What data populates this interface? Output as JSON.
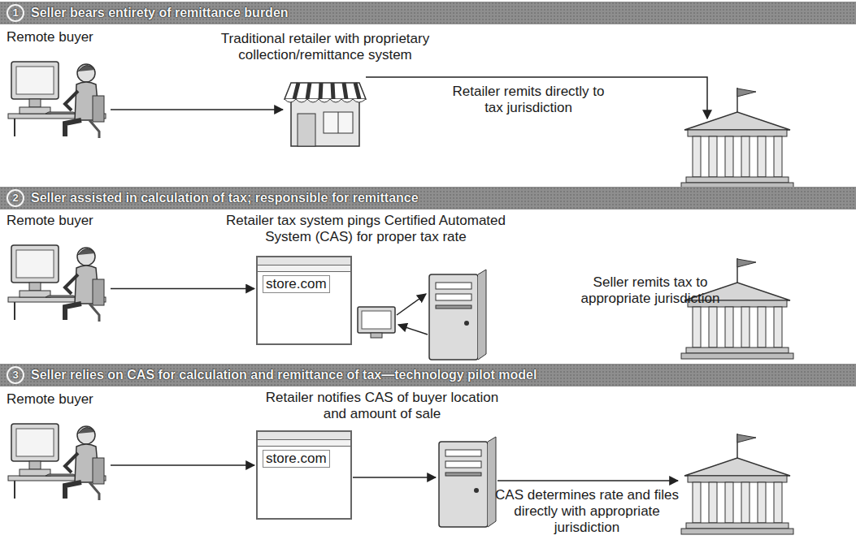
{
  "diagram": {
    "nodes": [
      {
        "text": [
          "1",
          "Seller bears entirety of remittance burden"
        ]
      },
      {
        "text": [
          "Remote buyer"
        ]
      },
      {
        "text": [
          "Traditional retailer with proprietary collection/remittance system"
        ]
      },
      {
        "text": [
          "2",
          "Seller assisted in calculation of tax; responsible for remittance"
        ]
      },
      {
        "text": [
          "Remote buyer"
        ]
      },
      {
        "text": [
          "store.com"
        ]
      },
      {
        "text": [
          "3",
          "Seller relies on CAS for calculation and remittance of tax—technology pilot model"
        ]
      },
      {
        "text": [
          "Remote buyer"
        ]
      },
      {
        "text": [
          "store.com"
        ]
      }
    ],
    "edges": [
      {
        "from": 1,
        "to": 2,
        "arrow": "to"
      },
      {
        "from": 4,
        "to": 5,
        "arrow": "to"
      },
      {
        "from": 7,
        "to": 8,
        "arrow": "to"
      }
    ],
    "labels": [
      "Retailer remits directly to tax jurisdiction",
      "Retailer tax system pings Certified Automated System (CAS) for proper tax rate",
      "Seller remits tax to appropriate jurisdiction",
      "Retailer notifies CAS of buyer location and amount of sale",
      "CAS determines rate and files directly with appropriate jurisdiction"
    ]
  }
}
